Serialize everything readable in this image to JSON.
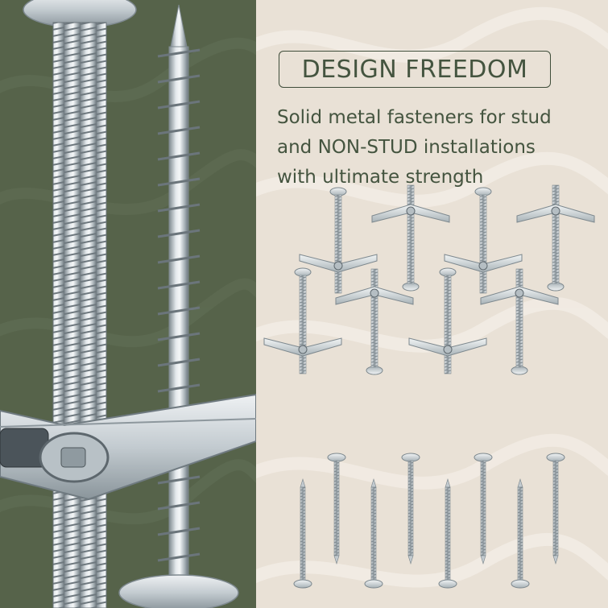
{
  "headline": "DESIGN FREEDOM",
  "subcopy": {
    "line1": "Solid metal fasteners for stud",
    "line2_pre": "and ",
    "line2_emph": "NON-STUD",
    "line2_post": " installations",
    "line3": "with ultimate strength"
  },
  "colors": {
    "left_background": "#56634a",
    "right_background": "#e9e1d6",
    "text": "#44543f",
    "metal": "#c9d0d6"
  },
  "toggle_bolt_count": 8,
  "screw_count": 8
}
